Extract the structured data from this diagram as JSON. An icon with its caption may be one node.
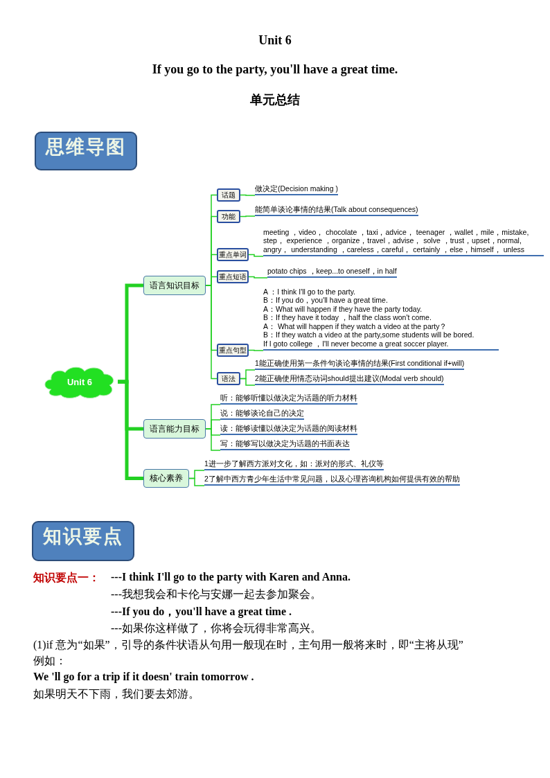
{
  "diagram": {
    "title": "Unit 6",
    "nodes": [
      {
        "text": [
          "思维导图"
        ]
      },
      {
        "text": [
          "Unit 6"
        ]
      },
      {
        "text": [
          "语言知识目标"
        ]
      },
      {
        "text": [
          "话题"
        ]
      },
      {
        "text": [
          "做决定(Decision making )"
        ]
      },
      {
        "text": [
          "功能"
        ]
      },
      {
        "text": [
          "能简单谈论事情的结果(Talk about consequences)"
        ]
      },
      {
        "text": [
          "重点单词"
        ]
      },
      {
        "text": [
          "meeting ，video， chocolate ，taxi，advice， teenager ，wallet，mile，mistake, step， experience ，organize，travel，advise， solve ，trust，upset，normal, angry， understanding ，careless，careful， certainly ，else，himself， unless"
        ]
      },
      {
        "text": [
          "重点短语"
        ]
      },
      {
        "text": [
          "potato chips ，keep...to oneself，in half"
        ]
      },
      {
        "text": [
          "重点句型"
        ]
      },
      {
        "text": [
          "A ：I think I'll go to the party.",
          "B：If you do，you'll have a great time.",
          "A：What will happen if they have the party today.",
          "B：If they have it today ，half the class won't come.",
          "A： What will happen if they watch a video at the party？",
          "B：If they watch a video at the party,some students will be bored.",
          "If I goto college ，I'll never become a great soccer player."
        ]
      },
      {
        "text": [
          "语法"
        ]
      },
      {
        "text": [
          "1能正确使用第一条件句谈论事情的结果(First conditional if+will)"
        ]
      },
      {
        "text": [
          "2能正确使用情态动词should提出建议(Modal verb should)"
        ]
      },
      {
        "text": [
          "语言能力目标"
        ]
      },
      {
        "text": [
          "听：能够听懂以做决定为话题的听力材料"
        ]
      },
      {
        "text": [
          "说：能够谈论自己的决定"
        ]
      },
      {
        "text": [
          "读：能够读懂以做决定为话题的阅读材料"
        ]
      },
      {
        "text": [
          "写：能够写以做决定为话题的书面表达"
        ]
      },
      {
        "text": [
          "核心素养"
        ]
      },
      {
        "text": [
          "1进一步了解西方派对文化，如：派对的形式、礼仪等"
        ]
      },
      {
        "text": [
          "2了解中西方青少年生活中常见问题，以及心理咨询机构如何提供有效的帮助"
        ]
      },
      {
        "text": [
          "知识要点"
        ]
      }
    ],
    "edges": [
      {
        "from": 1,
        "to": 2,
        "arrow": "none",
        "style": "thick"
      },
      {
        "from": 2,
        "to": 3,
        "arrow": "none"
      },
      {
        "from": 3,
        "to": 4,
        "arrow": "none"
      },
      {
        "from": 2,
        "to": 5,
        "arrow": "none"
      },
      {
        "from": 5,
        "to": 6,
        "arrow": "none"
      },
      {
        "from": 2,
        "to": 7,
        "arrow": "none"
      },
      {
        "from": 7,
        "to": 8,
        "arrow": "none"
      },
      {
        "from": 2,
        "to": 9,
        "arrow": "none"
      },
      {
        "from": 9,
        "to": 10,
        "arrow": "none"
      },
      {
        "from": 2,
        "to": 11,
        "arrow": "none"
      },
      {
        "from": 11,
        "to": 12,
        "arrow": "none"
      },
      {
        "from": 2,
        "to": 13,
        "arrow": "none"
      },
      {
        "from": 13,
        "to": 14,
        "arrow": "none"
      },
      {
        "from": 13,
        "to": 15,
        "arrow": "none"
      },
      {
        "from": 1,
        "to": 16,
        "arrow": "none",
        "style": "thick"
      },
      {
        "from": 16,
        "to": 17,
        "arrow": "none"
      },
      {
        "from": 16,
        "to": 18,
        "arrow": "none"
      },
      {
        "from": 16,
        "to": 19,
        "arrow": "none"
      },
      {
        "from": 16,
        "to": 20,
        "arrow": "none"
      },
      {
        "from": 1,
        "to": 21,
        "arrow": "none",
        "style": "thick"
      },
      {
        "from": 21,
        "to": 22,
        "arrow": "none"
      },
      {
        "from": 21,
        "to": 23,
        "arrow": "none"
      }
    ],
    "labels": [
      "If you go to the party, you'll have a great time.",
      "单元总结",
      "知识要点一：",
      "---I think I'll go to the party with Karen and Anna.",
      "---我想我会和卡伦与安娜一起去参加聚会。",
      "---If you do，you'll have a great time .",
      "---如果你这样做了，你将会玩得非常高兴。",
      "(1)if 意为“如果”，引导的条件状语从句用一般现在时，主句用一般将来时，即“主将从现”",
      "例如：",
      "We 'll go for a trip if it doesn' train tomorrow .",
      "如果明天不下雨，我们要去郊游。"
    ]
  }
}
